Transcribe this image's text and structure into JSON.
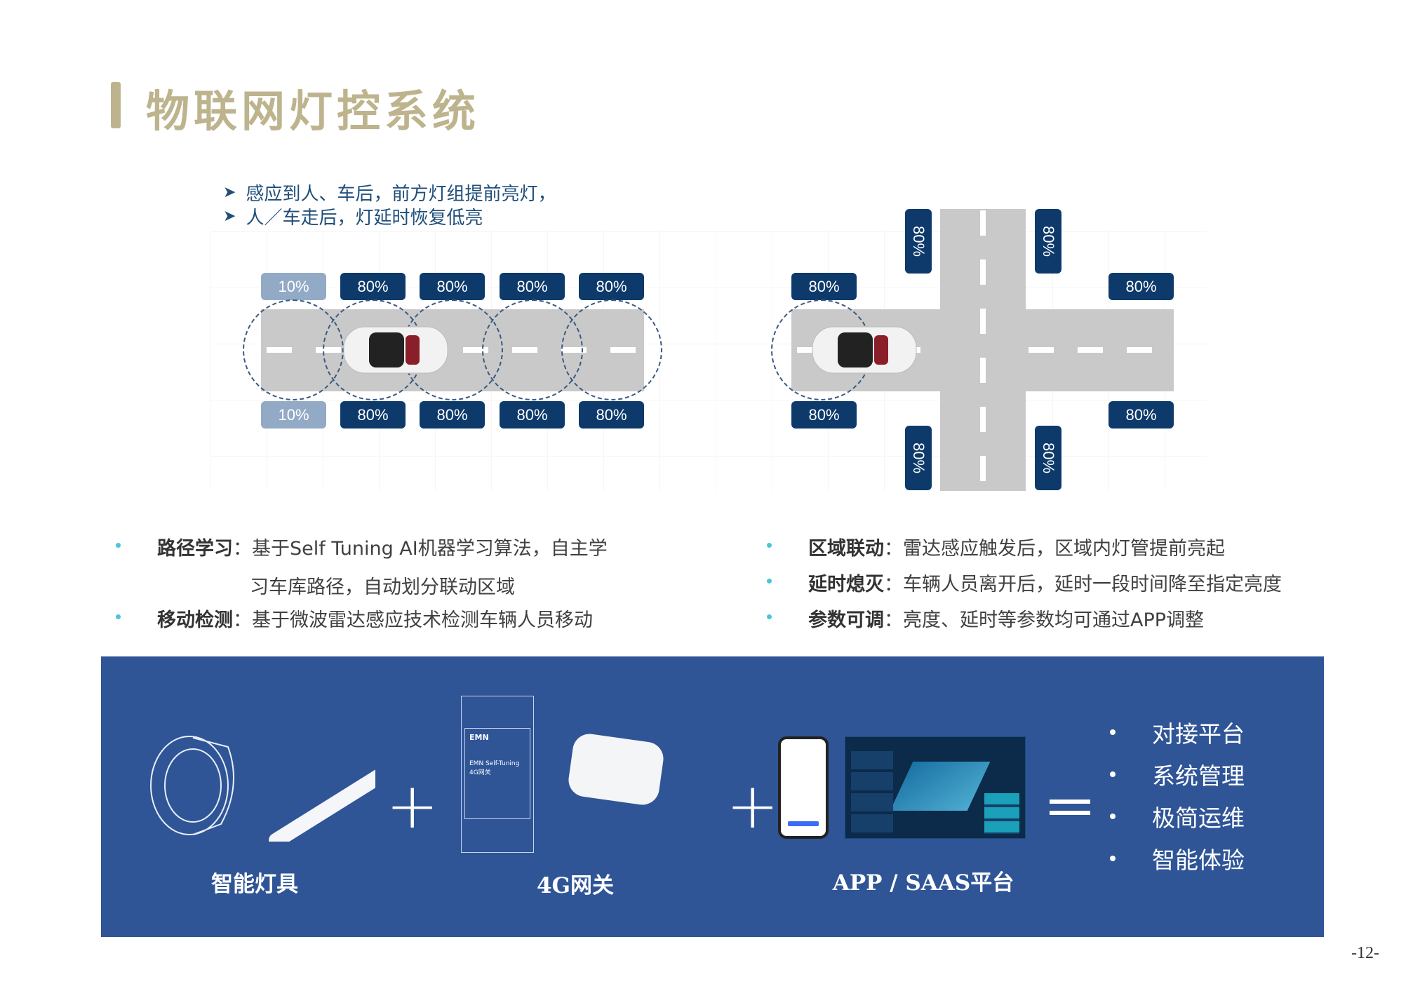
{
  "title": "物联网灯控系统",
  "intro": [
    "感应到人、车后，前方灯组提前亮灯，",
    "人／车走后，灯延时恢复低亮"
  ],
  "left_diagram": {
    "top_badges": [
      "10%",
      "80%",
      "80%",
      "80%",
      "80%"
    ],
    "bottom_badges": [
      "10%",
      "80%",
      "80%",
      "80%",
      "80%"
    ]
  },
  "right_diagram": {
    "left_badges": [
      "80%",
      "80%"
    ],
    "right_badges": [
      "80%",
      "80%"
    ],
    "vertical_badges": [
      "80%",
      "80%",
      "80%",
      "80%"
    ]
  },
  "features_left": [
    {
      "label": "路径学习",
      "sep": "：",
      "text": "基于Self Tuning AI机器学习算法，自主学",
      "text2": "习车库路径，自动划分联动区域"
    },
    {
      "label": "移动检测",
      "sep": "：",
      "text": "基于微波雷达感应技术检测车辆人员移动"
    }
  ],
  "features_right": [
    {
      "label": "区域联动",
      "sep": "：",
      "text": "雷达感应触发后，区域内灯管提前亮起"
    },
    {
      "label": "延时熄灭",
      "sep": "：",
      "text": "车辆人员离开后，延时一段时间降至指定亮度"
    },
    {
      "label": "参数可调",
      "sep": "：",
      "text": "亮度、延时等参数均可通过APP调整"
    }
  ],
  "panel": {
    "lamps_label": "智能灯具",
    "gateway_label": "4G网关",
    "platform_label": "APP / SAAS平台",
    "gateway_brand": "EMN",
    "gateway_name": "EMN Self-Tuning 4G网关",
    "benefits": [
      "对接平台",
      "系统管理",
      "极简运维",
      "智能体验"
    ]
  },
  "page_number": "-12-",
  "colors": {
    "title": "#bdb48e",
    "badge": "#0d3a6b",
    "badge_dim": "#93aac6",
    "panel": "#2f5597",
    "accent_dot": "#4fc3d9"
  }
}
